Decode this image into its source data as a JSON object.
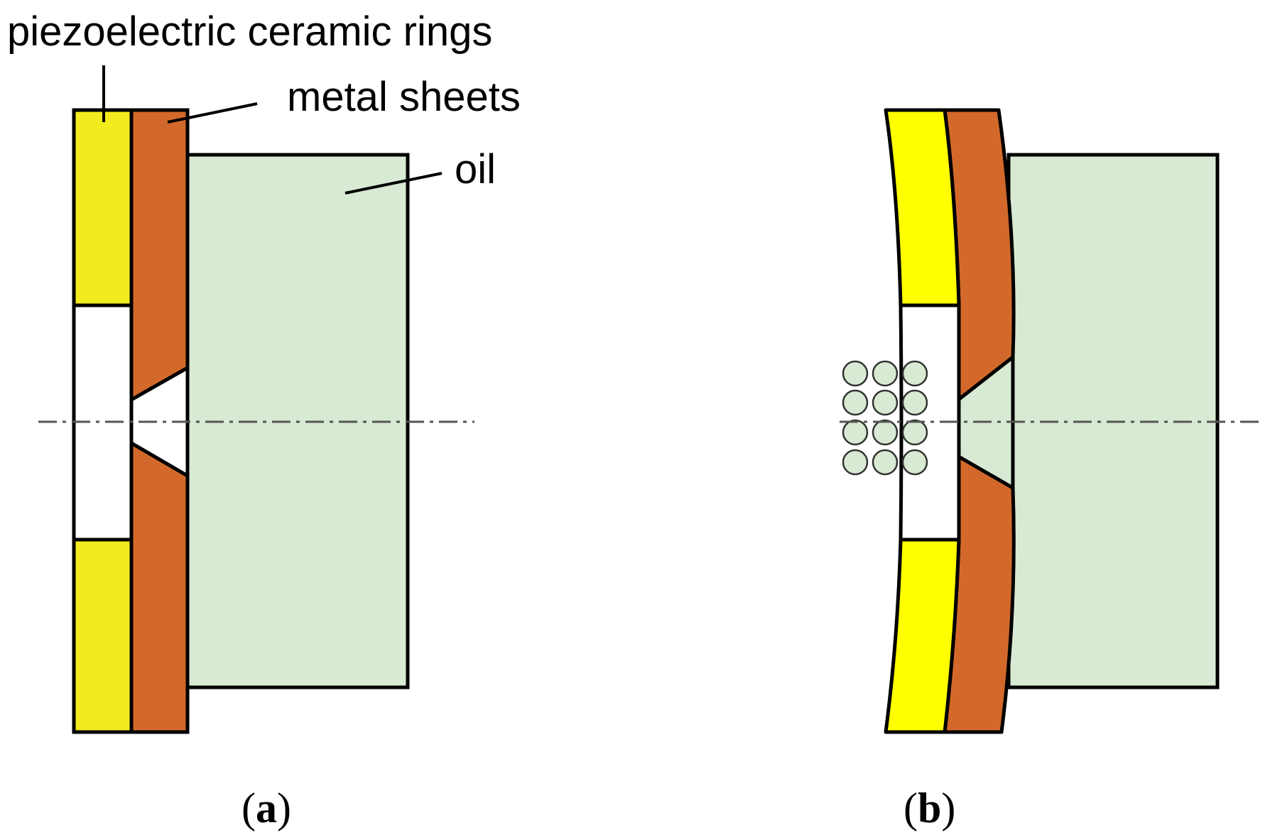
{
  "labels": {
    "piezo": "piezoelectric ceramic rings",
    "metal": "metal sheets",
    "oil": "oil"
  },
  "captions": {
    "a_open": "(",
    "a_letter": "a",
    "a_close": ")",
    "b_open": "(",
    "b_letter": "b",
    "b_close": ")"
  },
  "colors": {
    "piezo": "#f2ec1e",
    "piezo_bent": "#ffff00",
    "metal": "#d2692a",
    "oil": "#d8ead3",
    "outline": "#000000",
    "background": "#ffffff"
  }
}
